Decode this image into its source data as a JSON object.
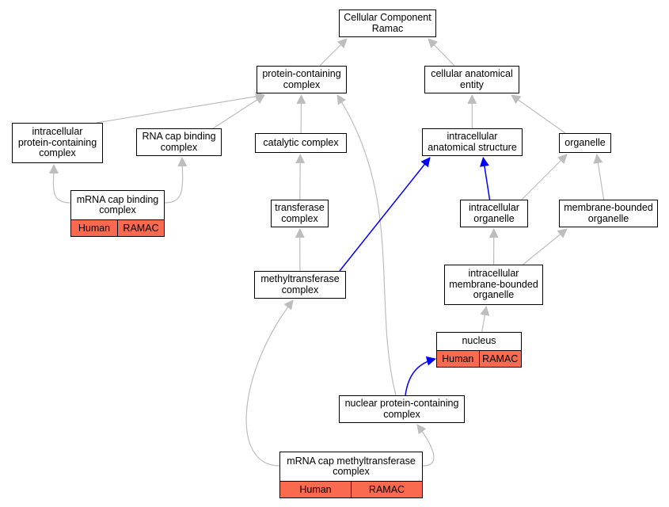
{
  "colors": {
    "tag_fill": "#fa6a4f",
    "edge_gray": "#bdbdbd",
    "edge_blue": "#0000ff",
    "border": "#000000"
  },
  "nodes": {
    "root": {
      "label": "Cellular Component\nRamac"
    },
    "protein_containing_complex": {
      "label": "protein-containing\ncomplex"
    },
    "cellular_anatomical_entity": {
      "label": "cellular anatomical\nentity"
    },
    "intracellular_protein_containing_complex": {
      "label": "intracellular\nprotein-containing\ncomplex"
    },
    "rna_cap_binding_complex": {
      "label": "RNA cap binding\ncomplex"
    },
    "catalytic_complex": {
      "label": "catalytic complex"
    },
    "intracellular_anatomical_structure": {
      "label": "intracellular\nanatomical structure"
    },
    "organelle": {
      "label": "organelle"
    },
    "mrna_cap_binding_complex": {
      "label": "mRNA cap binding\ncomplex",
      "tags": [
        "Human",
        "RAMAC"
      ]
    },
    "transferase_complex": {
      "label": "transferase\ncomplex"
    },
    "intracellular_organelle": {
      "label": "intracellular\norganelle"
    },
    "membrane_bounded_organelle": {
      "label": "membrane-bounded\norganelle"
    },
    "methyltransferase_complex": {
      "label": "methyltransferase\ncomplex"
    },
    "intracellular_membrane_bounded_organelle": {
      "label": "intracellular\nmembrane-bounded\norganelle"
    },
    "nucleus": {
      "label": "nucleus",
      "tags": [
        "Human",
        "RAMAC"
      ]
    },
    "nuclear_protein_containing_complex": {
      "label": "nuclear protein-containing\ncomplex"
    },
    "mrna_cap_methyltransferase_complex": {
      "label": "mRNA cap methyltransferase\ncomplex",
      "tags": [
        "Human",
        "RAMAC"
      ]
    }
  },
  "edges": [
    {
      "from": "protein_containing_complex",
      "to": "root",
      "color": "gray"
    },
    {
      "from": "cellular_anatomical_entity",
      "to": "root",
      "color": "gray"
    },
    {
      "from": "intracellular_protein_containing_complex",
      "to": "protein_containing_complex",
      "color": "gray"
    },
    {
      "from": "rna_cap_binding_complex",
      "to": "protein_containing_complex",
      "color": "gray"
    },
    {
      "from": "catalytic_complex",
      "to": "protein_containing_complex",
      "color": "gray"
    },
    {
      "from": "nuclear_protein_containing_complex",
      "to": "protein_containing_complex",
      "color": "gray"
    },
    {
      "from": "intracellular_anatomical_structure",
      "to": "cellular_anatomical_entity",
      "color": "gray"
    },
    {
      "from": "organelle",
      "to": "cellular_anatomical_entity",
      "color": "gray"
    },
    {
      "from": "mrna_cap_binding_complex",
      "to": "intracellular_protein_containing_complex",
      "color": "gray"
    },
    {
      "from": "mrna_cap_binding_complex",
      "to": "rna_cap_binding_complex",
      "color": "gray"
    },
    {
      "from": "transferase_complex",
      "to": "catalytic_complex",
      "color": "gray"
    },
    {
      "from": "methyltransferase_complex",
      "to": "transferase_complex",
      "color": "gray"
    },
    {
      "from": "methyltransferase_complex",
      "to": "intracellular_anatomical_structure",
      "color": "blue"
    },
    {
      "from": "intracellular_organelle",
      "to": "intracellular_anatomical_structure",
      "color": "blue"
    },
    {
      "from": "intracellular_organelle",
      "to": "organelle",
      "color": "gray"
    },
    {
      "from": "membrane_bounded_organelle",
      "to": "organelle",
      "color": "gray"
    },
    {
      "from": "intracellular_membrane_bounded_organelle",
      "to": "intracellular_organelle",
      "color": "gray"
    },
    {
      "from": "intracellular_membrane_bounded_organelle",
      "to": "membrane_bounded_organelle",
      "color": "gray"
    },
    {
      "from": "nucleus",
      "to": "intracellular_membrane_bounded_organelle",
      "color": "gray"
    },
    {
      "from": "nuclear_protein_containing_complex",
      "to": "nucleus",
      "color": "blue"
    },
    {
      "from": "mrna_cap_methyltransferase_complex",
      "to": "methyltransferase_complex",
      "color": "gray"
    },
    {
      "from": "mrna_cap_methyltransferase_complex",
      "to": "nuclear_protein_containing_complex",
      "color": "gray"
    }
  ]
}
